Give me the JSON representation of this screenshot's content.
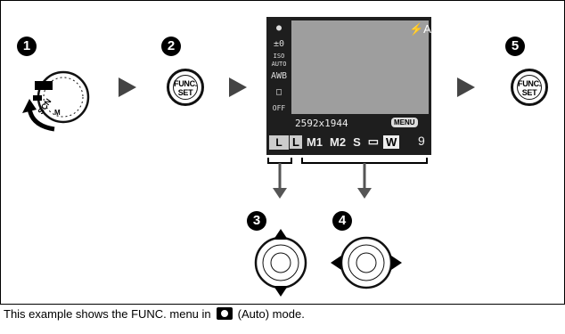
{
  "steps": [
    "1",
    "2",
    "3",
    "4",
    "5"
  ],
  "func_button": {
    "line1": "FUNC.",
    "line2": "SET"
  },
  "mode_dial_labels": [
    "SCN",
    "M"
  ],
  "lcd": {
    "flash_icon": "⚡A",
    "side_icons": [
      "●",
      "±0",
      "ISO AUTO",
      "AWB",
      "□",
      "OFF"
    ],
    "side_selected": "L",
    "resolution": "2592x1944",
    "menu_badge": "MENU",
    "options": [
      "L",
      "M1",
      "M2",
      "S",
      "▭",
      "W"
    ],
    "shots_remaining": "9"
  },
  "caption": {
    "prefix": "This example shows the FUNC. menu in",
    "icon": "camera-icon",
    "suffix": "(Auto) mode."
  }
}
